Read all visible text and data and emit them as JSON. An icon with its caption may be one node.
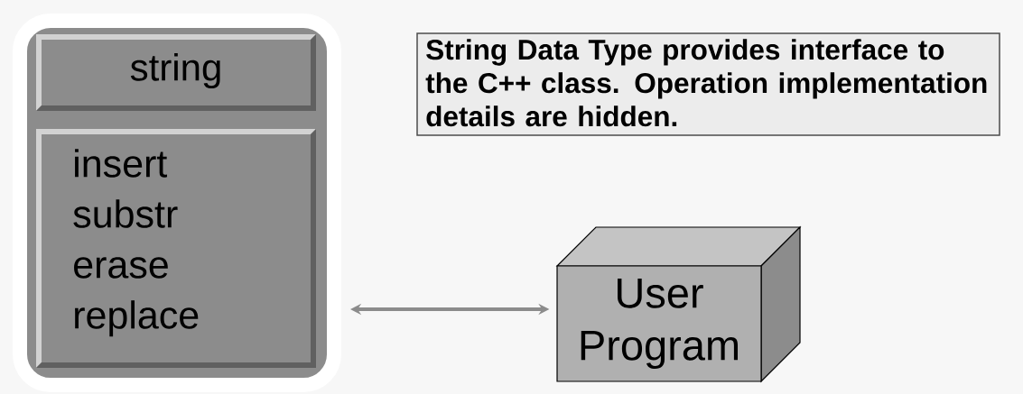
{
  "diagram": {
    "nodes": [
      {
        "text": [],
        "shape": "box"
      },
      {
        "text": [
          "string"
        ],
        "in": 0
      },
      {
        "text": [
          "insert",
          "substr",
          "erase",
          "replace"
        ],
        "in": 0
      },
      {
        "text": [
          "String Data Type provides interface to the C++ class. Operation implementation details are hidden."
        ]
      },
      {
        "text": [
          "User Program"
        ]
      }
    ],
    "edges": [
      {
        "from": 0,
        "to": 4,
        "arrow": "both"
      }
    ]
  }
}
